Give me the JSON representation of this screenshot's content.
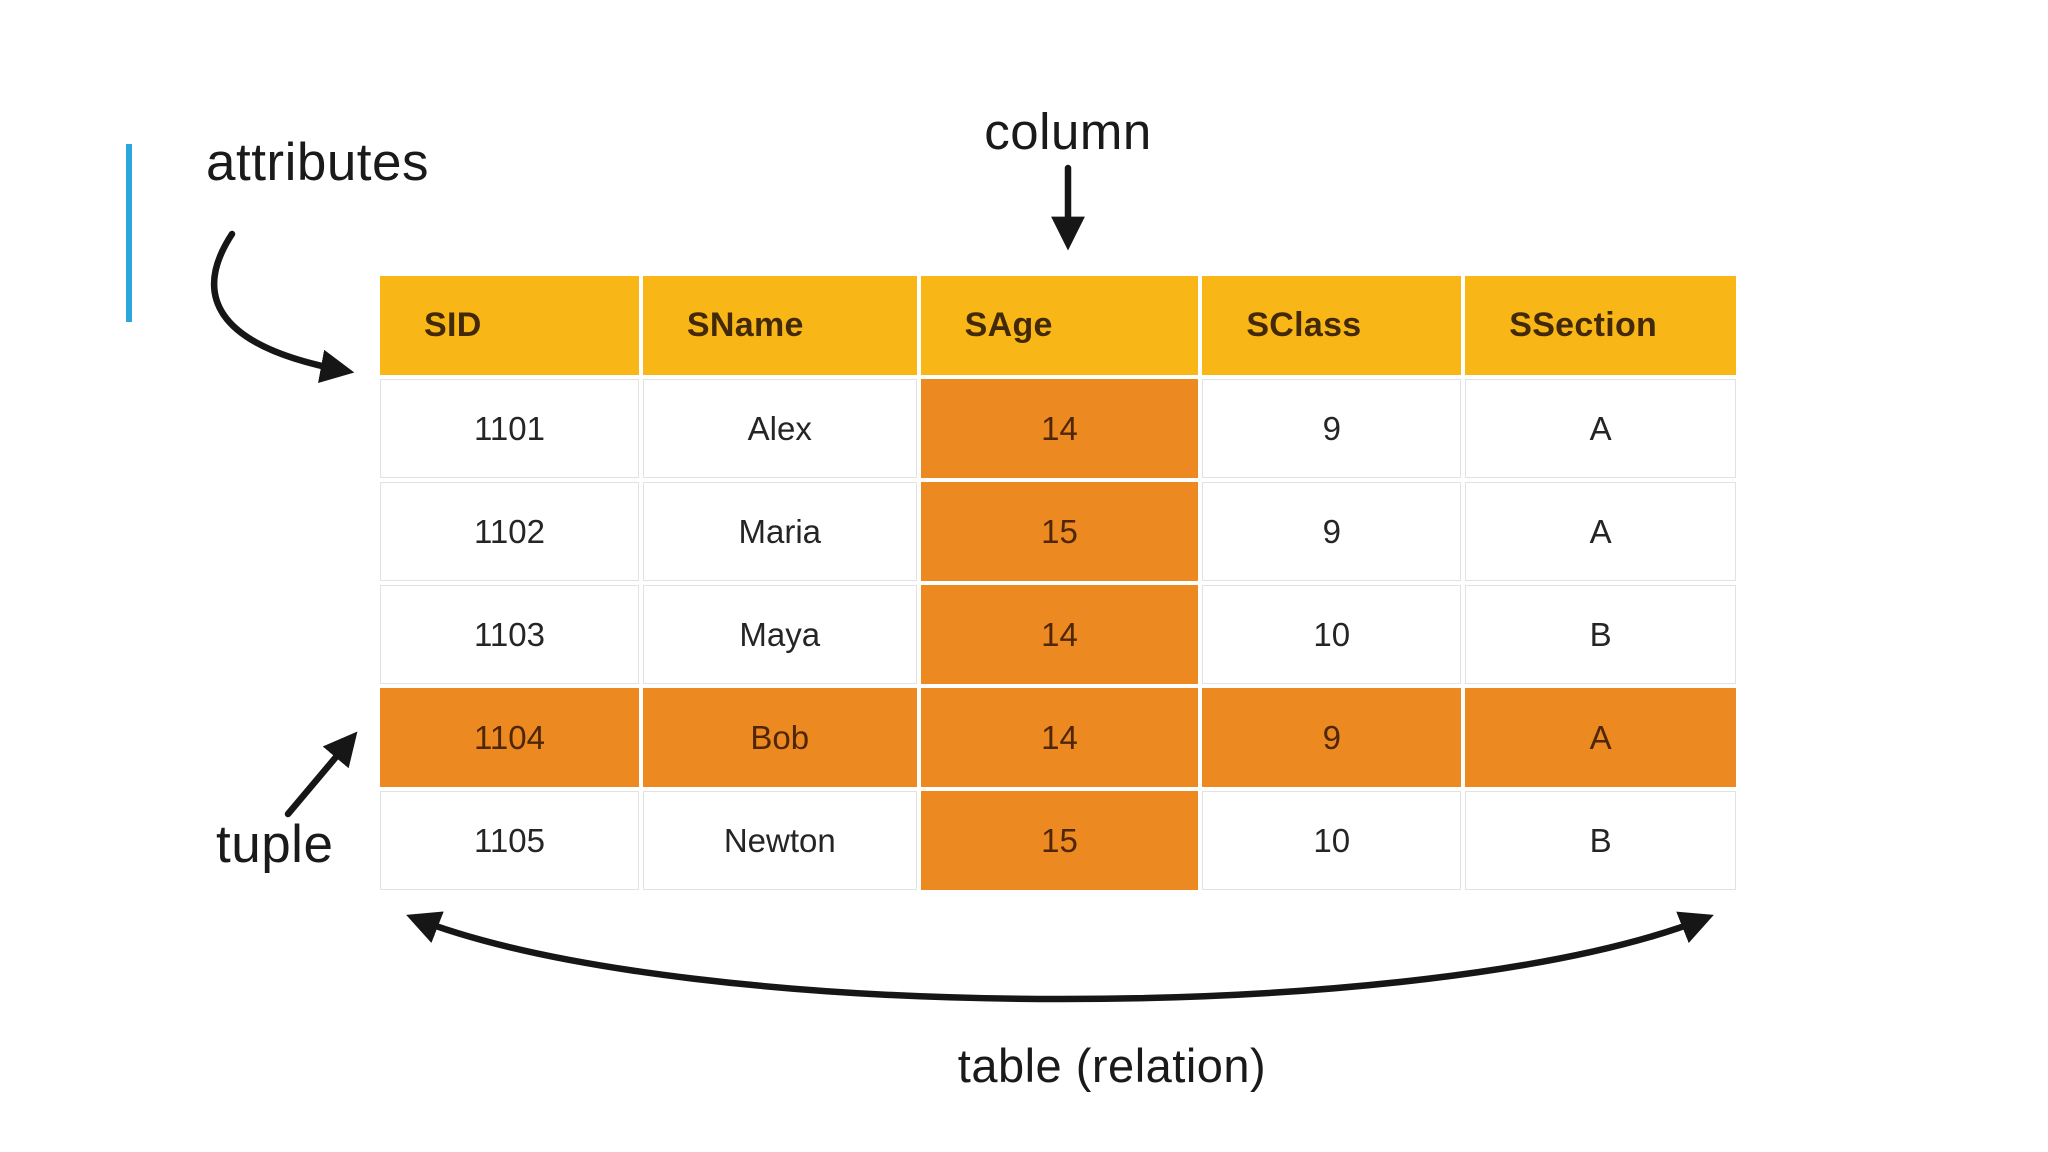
{
  "annotations": {
    "attributes_label": "attributes",
    "column_label": "column",
    "tuple_label": "tuple",
    "table_label": "table (relation)"
  },
  "table": {
    "columns": [
      "SID",
      "SName",
      "SAge",
      "SClass",
      "SSection"
    ],
    "rows": [
      {
        "cells": [
          "1101",
          "Alex",
          "14",
          "9",
          "A"
        ],
        "highlighted": false
      },
      {
        "cells": [
          "1102",
          "Maria",
          "15",
          "9",
          "A"
        ],
        "highlighted": false
      },
      {
        "cells": [
          "1103",
          "Maya",
          "14",
          "10",
          "B"
        ],
        "highlighted": false
      },
      {
        "cells": [
          "1104",
          "Bob",
          "14",
          "9",
          "A"
        ],
        "highlighted": true
      },
      {
        "cells": [
          "1105",
          "Newton",
          "15",
          "10",
          "B"
        ],
        "highlighted": false
      }
    ],
    "highlighted_column": "SAge",
    "highlighted_column_index": 2,
    "highlighted_row_sid": "1104"
  },
  "colors": {
    "page_bg": "#ffffff",
    "header_bg": "#F9B717",
    "header_text": "#41290A",
    "highlight_bg": "#EC8A21",
    "highlight_text": "#4F2607",
    "cell_text": "#252525",
    "cell_border": "#E2E2E2",
    "label_color": "#1A1A1A",
    "arrow": "#161616",
    "accent": "#2BA7DE"
  }
}
